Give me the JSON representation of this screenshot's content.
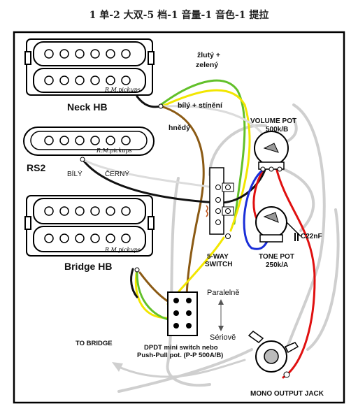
{
  "title": "1 单-2 大双-5 档-1 音量-1 音色-1 提拉",
  "pickups": {
    "neck": {
      "label": "Neck HB",
      "brand": "R.M.pickups"
    },
    "middle": {
      "label": "RS2",
      "brand": "R.M.pickups",
      "wire_white": "BÍLÝ",
      "wire_black": "ČERNÝ"
    },
    "bridge": {
      "label": "Bridge HB",
      "brand": "R.M.pickups"
    }
  },
  "wire_labels": {
    "yellow_green": "žlutý +",
    "yellow_green_2": "zelený",
    "white_shield": "bílý + stínění",
    "brown": "hnědý"
  },
  "volume_pot": {
    "line1": "VOLUME POT",
    "line2": "500k/B"
  },
  "tone_pot": {
    "line1": "TONE POT",
    "line2": "250k/A"
  },
  "capacitor": "C22nF",
  "switch": {
    "line1": "5-WAY",
    "line2": "SWITCH"
  },
  "dpdt": {
    "line1": "DPDT mini switch nebo",
    "line2": "Push-Pull pot. (P-P 500A/B)",
    "parallel": "Paralelně",
    "series": "Sériově"
  },
  "to_bridge": "TO BRIDGE",
  "output_jack": "MONO OUTPUT JACK",
  "colors": {
    "yellow": "#f2e600",
    "green": "#62c02a",
    "brown": "#8b5a14",
    "black": "#111111",
    "red": "#e01010",
    "blue": "#1a2ed8",
    "grey_wire": "#d8d8d8"
  }
}
